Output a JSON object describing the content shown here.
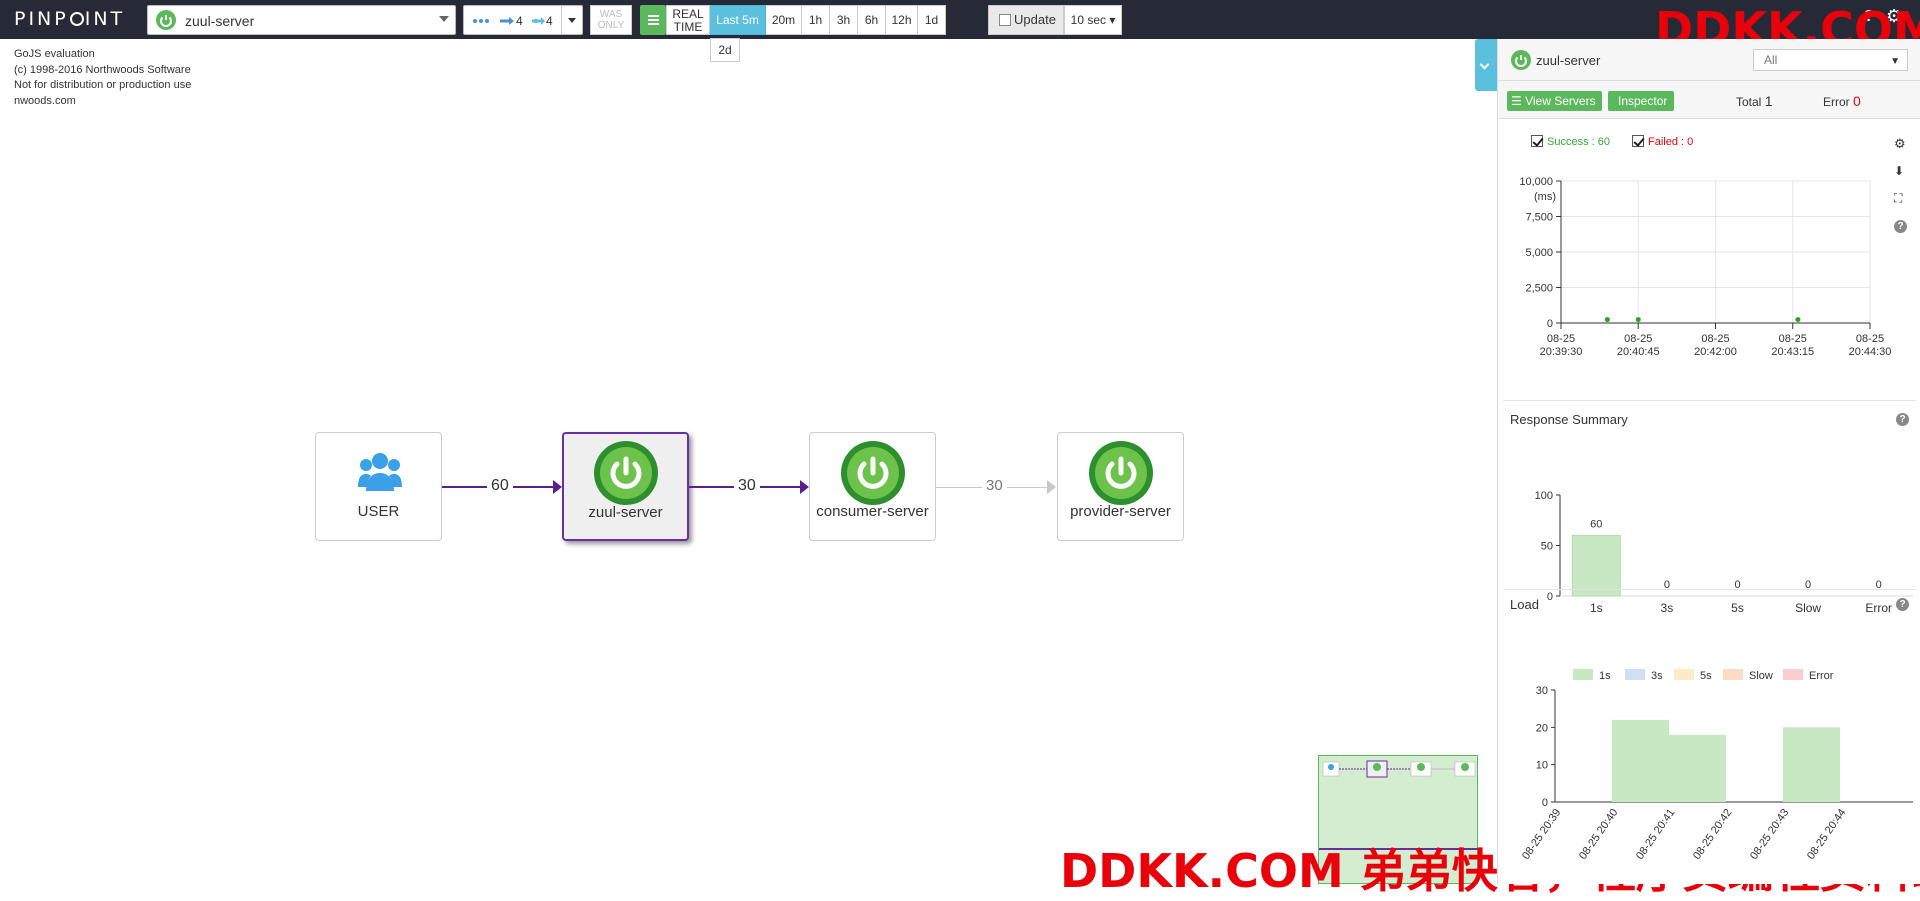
{
  "topbar": {
    "logo": "PINPOINT",
    "app": "zuul-server",
    "depth_in": "4",
    "depth_out": "4",
    "was_only": "WAS ONLY",
    "real_time": "REAL TIME",
    "time_ranges": [
      "Last 5m",
      "20m",
      "1h",
      "3h",
      "6h",
      "12h",
      "1d"
    ],
    "active_range": "Last 5m",
    "extra_range": "2d",
    "update": "Update",
    "interval": "10 sec"
  },
  "watermark": {
    "top": "DDKK.COM",
    "bottom": "DDKK.COM 弟弟快看，程序员编程资料站"
  },
  "gojs": [
    "GoJS evaluation",
    "(c) 1998-2016 Northwoods Software",
    "Not for distribution or production use",
    "nwoods.com"
  ],
  "nodes": [
    {
      "label": "USER"
    },
    {
      "label": "zuul-server"
    },
    {
      "label": "consumer-server"
    },
    {
      "label": "provider-server"
    }
  ],
  "edges": [
    "60",
    "30",
    "30"
  ],
  "panel": {
    "app": "zuul-server",
    "filter": "All",
    "view_servers": "View Servers",
    "inspector": "Inspector",
    "total_label": "Total",
    "total": "1",
    "error_label": "Error",
    "error": "0",
    "success": "Success : 60",
    "failed": "Failed : 0",
    "response_summary": "Response Summary",
    "load": "Load"
  },
  "colors": {
    "green": "#5cb85c",
    "blue": "#5bc0de",
    "purple": "#6a2ea3",
    "red": "#e8000b"
  },
  "chart_data": [
    {
      "type": "scatter",
      "ylabel": "(ms)",
      "yticks": [
        "10,000",
        "7,500",
        "5,000",
        "2,500",
        "0"
      ],
      "ylim": [
        0,
        10000
      ],
      "xticks": [
        "08-25 20:39:30",
        "08-25 20:40:45",
        "08-25 20:42:00",
        "08-25 20:43:15",
        "08-25 20:44:30"
      ],
      "points": [
        {
          "x": "20:40:15",
          "y": 100
        },
        {
          "x": "20:40:45",
          "y": 100
        },
        {
          "x": "20:43:20",
          "y": 100
        }
      ]
    },
    {
      "type": "bar",
      "categories": [
        "1s",
        "3s",
        "5s",
        "Slow",
        "Error"
      ],
      "values": [
        60,
        0,
        0,
        0,
        0
      ],
      "ylim": [
        0,
        100
      ],
      "yticks": [
        "100",
        "50",
        "0"
      ]
    },
    {
      "type": "bar",
      "legend": [
        "1s",
        "3s",
        "5s",
        "Slow",
        "Error"
      ],
      "categories": [
        "08-25 20:39",
        "08-25 20:40",
        "08-25 20:41",
        "08-25 20:42",
        "08-25 20:43",
        "08-25 20:44"
      ],
      "values": [
        0,
        22,
        18,
        0,
        20,
        0
      ],
      "ylim": [
        0,
        30
      ],
      "yticks": [
        "30",
        "20",
        "10",
        "0"
      ]
    }
  ]
}
